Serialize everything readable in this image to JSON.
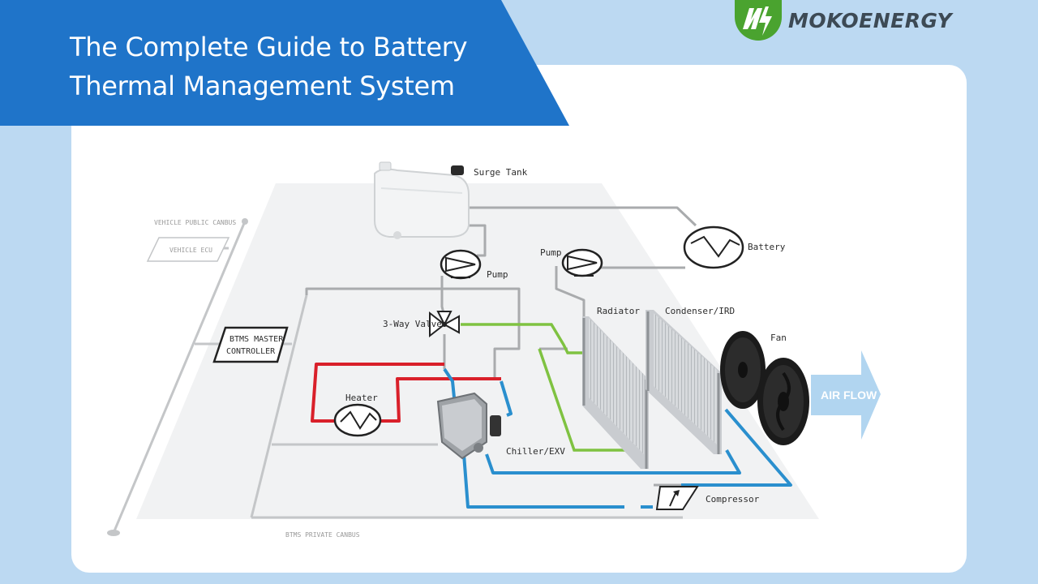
{
  "header": {
    "title_line1": "The Complete Guide to Battery",
    "title_line2": "Thermal Management System"
  },
  "brand": {
    "name": "MOKOENERGY",
    "logo_mark": "MS",
    "accent": "#1f74c9",
    "green": "#4aa32f"
  },
  "diagram": {
    "labels": {
      "surge_tank": "Surge Tank",
      "battery": "Battery",
      "pump_left": "Pump",
      "pump_right": "Pump",
      "three_way_valve": "3-Way Valve",
      "radiator": "Radiator",
      "condenser": "Condenser/IRD",
      "fan": "Fan",
      "air_flow": "AIR FLOW",
      "heater": "Heater",
      "chiller": "Chiller/EXV",
      "compressor": "Compressor",
      "btms_master_line1": "BTMS MASTER",
      "btms_master_line2": "CONTROLLER",
      "vehicle_public_canbus": "VEHICLE PUBLIC CANBUS",
      "vehicle_ecu": "VEHICLE ECU",
      "btms_private_canbus": "BTMS PRIVATE CANBUS"
    },
    "line_colors": {
      "coolant": "#a9abad",
      "heat": "#d9202a",
      "cool": "#2a8fce",
      "radiator_loop": "#7fc241"
    }
  }
}
